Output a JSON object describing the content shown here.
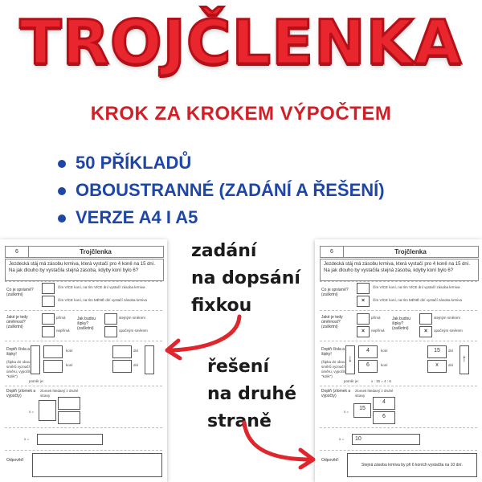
{
  "title": "TROJČLENKA",
  "subtitle": "KROK ZA KROKEM VÝPOČTEM",
  "bullets": [
    "50 PŘÍKLADŮ",
    "OBOUSTRANNÉ (ZADÁNÍ A ŘEŠENÍ)",
    "VERZE A4 I A5"
  ],
  "colors": {
    "title": "#e9262d",
    "subtitle": "#d11f27",
    "bullets": "#1e46a8",
    "arrow": "#e0262c"
  },
  "note_task": [
    "zadání",
    "na dopsání",
    "fixkou"
  ],
  "note_solution": [
    "řešení",
    "na druhé",
    "straně"
  ],
  "sheet": {
    "number": "6",
    "title": "Trojčlenka",
    "task": "Jezdecká stáj má zásobu krmiva, která vystačí pro 4 koně na 15 dní. Na jak dlouho by vystačila stejná zásoba, kdyby koní bylo 6?",
    "q1_label": "Co je správně? (zaškrtni)",
    "q1_opt1": "čím VÍCE koní, na tím VÍCE dní vystačí zásoba krmiva",
    "q1_opt2": "čím VÍCE koní, na tím MÉNĚ dní vystačí zásoba krmiva",
    "q2_label": "Jaké je tedy úměrnost? (zaškrtni)",
    "q2_opt1": "přímá",
    "q2_opt2": "nepřímá",
    "q3_label": "Jak budou šipky? (zaškrtni)",
    "q3_opt1": "stejným směrem",
    "q3_opt2": "opačným směrem",
    "q4_label": "Doplň čísla a šipky!",
    "q4_hint": "(šipka do obou směrů vyznačí úměru; vypočítej \"kolik\")",
    "unit_koni": "koní",
    "unit_dni": "dní",
    "pomer": "poměr je:",
    "q5_label": "Doplň (zlomek a výpočty)",
    "q5_hint": "zlomek hledaný z druhé strany",
    "x_eq": "x =",
    "answer_label": "Odpověď:",
    "ans_values": {
      "a": "4",
      "b": "6",
      "c": "15",
      "d": "x",
      "ratio": "x : 15 = 4 : 6",
      "frac_top": "4",
      "frac_bot": "6",
      "mult": "15",
      "result": "10"
    },
    "answer_text": "Stejná zásoba krmiva by při 6 koních vystačila na 10 dní.",
    "mark": "×"
  }
}
